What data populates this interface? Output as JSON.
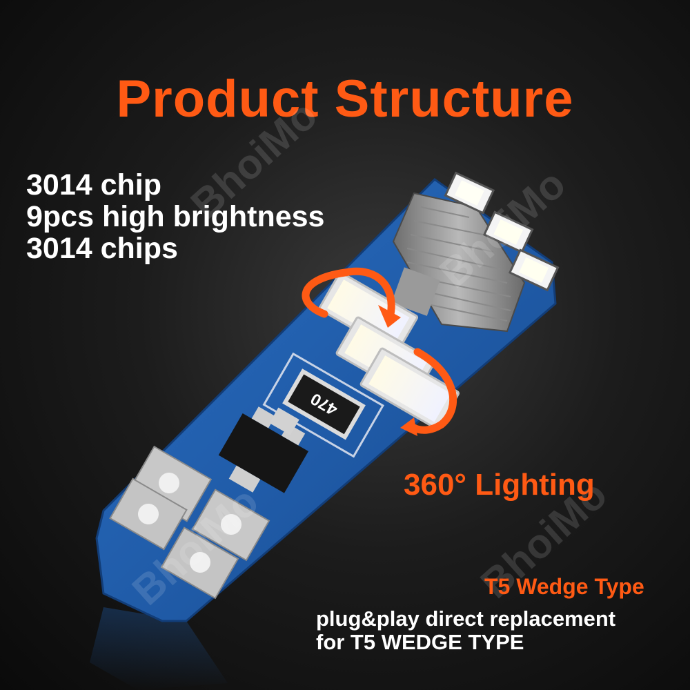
{
  "title": "Product Structure",
  "specs": [
    "3014 chip",
    "9pcs high brightness",
    "3014 chips"
  ],
  "resistor_label": "470",
  "lighting_label": "360°  Lighting",
  "wedge_label": "T5 Wedge Type",
  "description": [
    "plug&play direct replacement",
    "for T5 WEDGE TYPE"
  ],
  "watermark": "BhoiMo",
  "colors": {
    "accent": "#ff5a14",
    "pcb_blue": "#1f5fb0",
    "text_white": "#ffffff",
    "background": "#1a1a1a"
  }
}
